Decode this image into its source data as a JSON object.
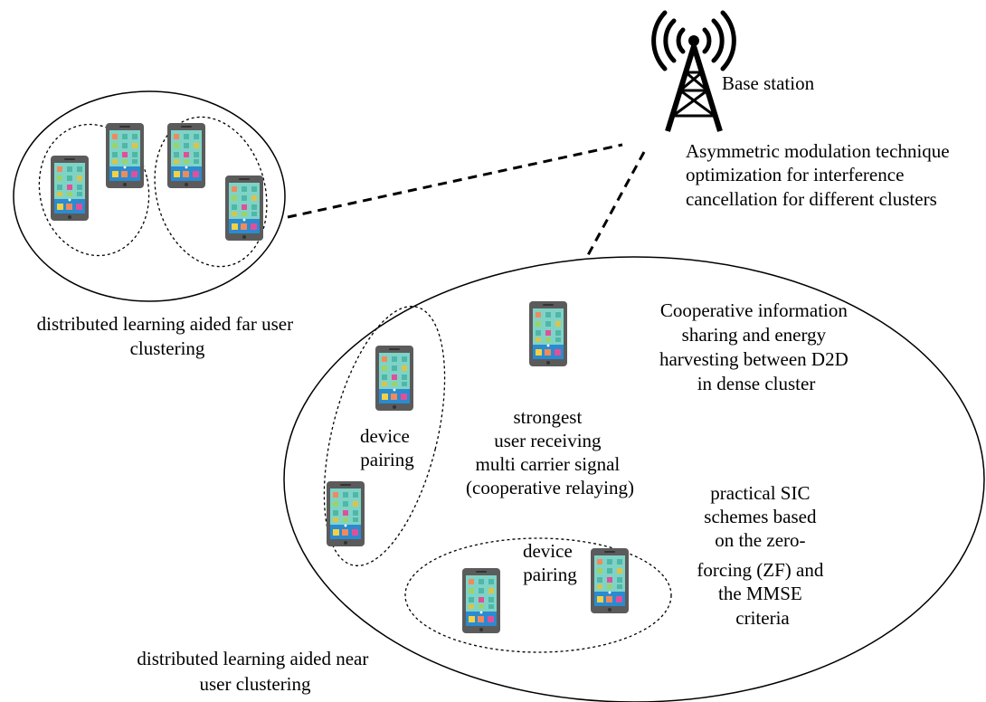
{
  "labels": {
    "base_station": "Base station",
    "asymmetric": [
      "Asymmetric modulation technique",
      "optimization for interference",
      "cancellation for different clusters"
    ],
    "far_cluster": [
      "distributed learning aided far user",
      "clustering"
    ],
    "cooperative_sharing": [
      "Cooperative information",
      "sharing and energy",
      "harvesting between D2D",
      "in dense cluster"
    ],
    "strongest_user": [
      "strongest",
      "user receiving",
      "multi carrier signal",
      "(cooperative relaying)"
    ],
    "device_pairing_left": [
      "device",
      "pairing"
    ],
    "device_pairing_bottom": [
      "device",
      "pairing"
    ],
    "practical_sic": [
      "practical SIC",
      "schemes based",
      "on the zero-",
      "forcing (ZF) and",
      "the MMSE",
      "criteria"
    ],
    "near_cluster": [
      "distributed learning aided near",
      "user clustering"
    ]
  },
  "colors": {
    "stroke": "#000000",
    "phone_body": "#5b5b5b",
    "phone_screen_top": "#7fd3c6",
    "phone_screen_bottom": "#2a8bd0"
  },
  "icons": {
    "base_station": "antenna-tower-icon",
    "device": "smartphone-icon"
  }
}
